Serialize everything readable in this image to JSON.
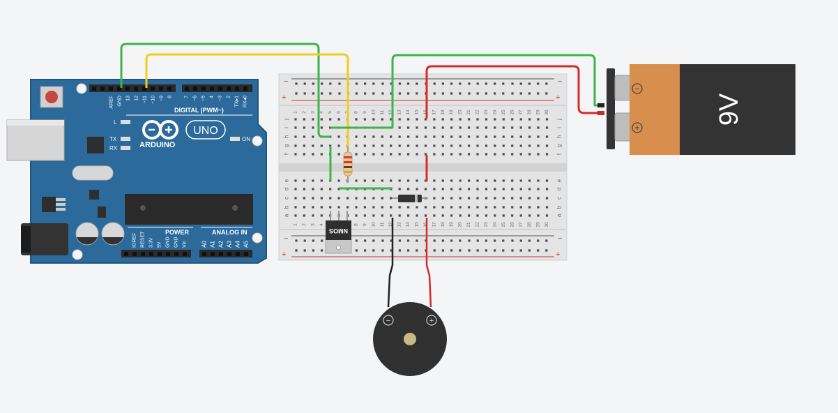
{
  "arduino": {
    "brand": "ARDUINO",
    "model": "UNO",
    "digital_label": "DIGITAL (PWM~)",
    "power_label": "POWER",
    "analog_label": "ANALOG IN",
    "on_label": "ON",
    "l_label": "L",
    "tx_label": "TX",
    "rx_label": "RX",
    "top_pins": [
      "AREF",
      "GND",
      "13",
      "12",
      "~11",
      "~10",
      "~9",
      "8",
      "7",
      "~6",
      "~5",
      "4",
      "~3",
      "2",
      "TX▸1",
      "RX◂0"
    ],
    "power_pins": [
      "IOREF",
      "RESET",
      "3.3V",
      "5V",
      "GND",
      "GND",
      "Vin"
    ],
    "analog_pins": [
      "A0",
      "A1",
      "A2",
      "A3",
      "A4",
      "A5"
    ],
    "board_color": "#2b6a9b"
  },
  "breadboard": {
    "row_letters_top": [
      "j",
      "i",
      "h",
      "g",
      "f"
    ],
    "row_letters_bottom": [
      "e",
      "d",
      "c",
      "b",
      "a"
    ],
    "columns": [
      "1",
      "2",
      "3",
      "4",
      "5",
      "6",
      "7",
      "8",
      "9",
      "10",
      "11",
      "12",
      "13",
      "14",
      "15",
      "16",
      "17",
      "18",
      "19",
      "20",
      "21",
      "22",
      "23",
      "24",
      "25",
      "26",
      "27",
      "28",
      "29",
      "30"
    ],
    "rail_minus": "−",
    "rail_plus": "+"
  },
  "battery": {
    "label": "9V",
    "minus": "−",
    "plus": "+",
    "copper_color": "#d88e4c",
    "body_color": "#333333"
  },
  "transistor": {
    "label": "NMOS"
  },
  "buzzer": {
    "minus": "−",
    "plus": "+"
  },
  "wire_colors": {
    "green": "#3db34a",
    "yellow": "#f4cc1e",
    "red": "#d62b2b",
    "black": "#222222"
  }
}
